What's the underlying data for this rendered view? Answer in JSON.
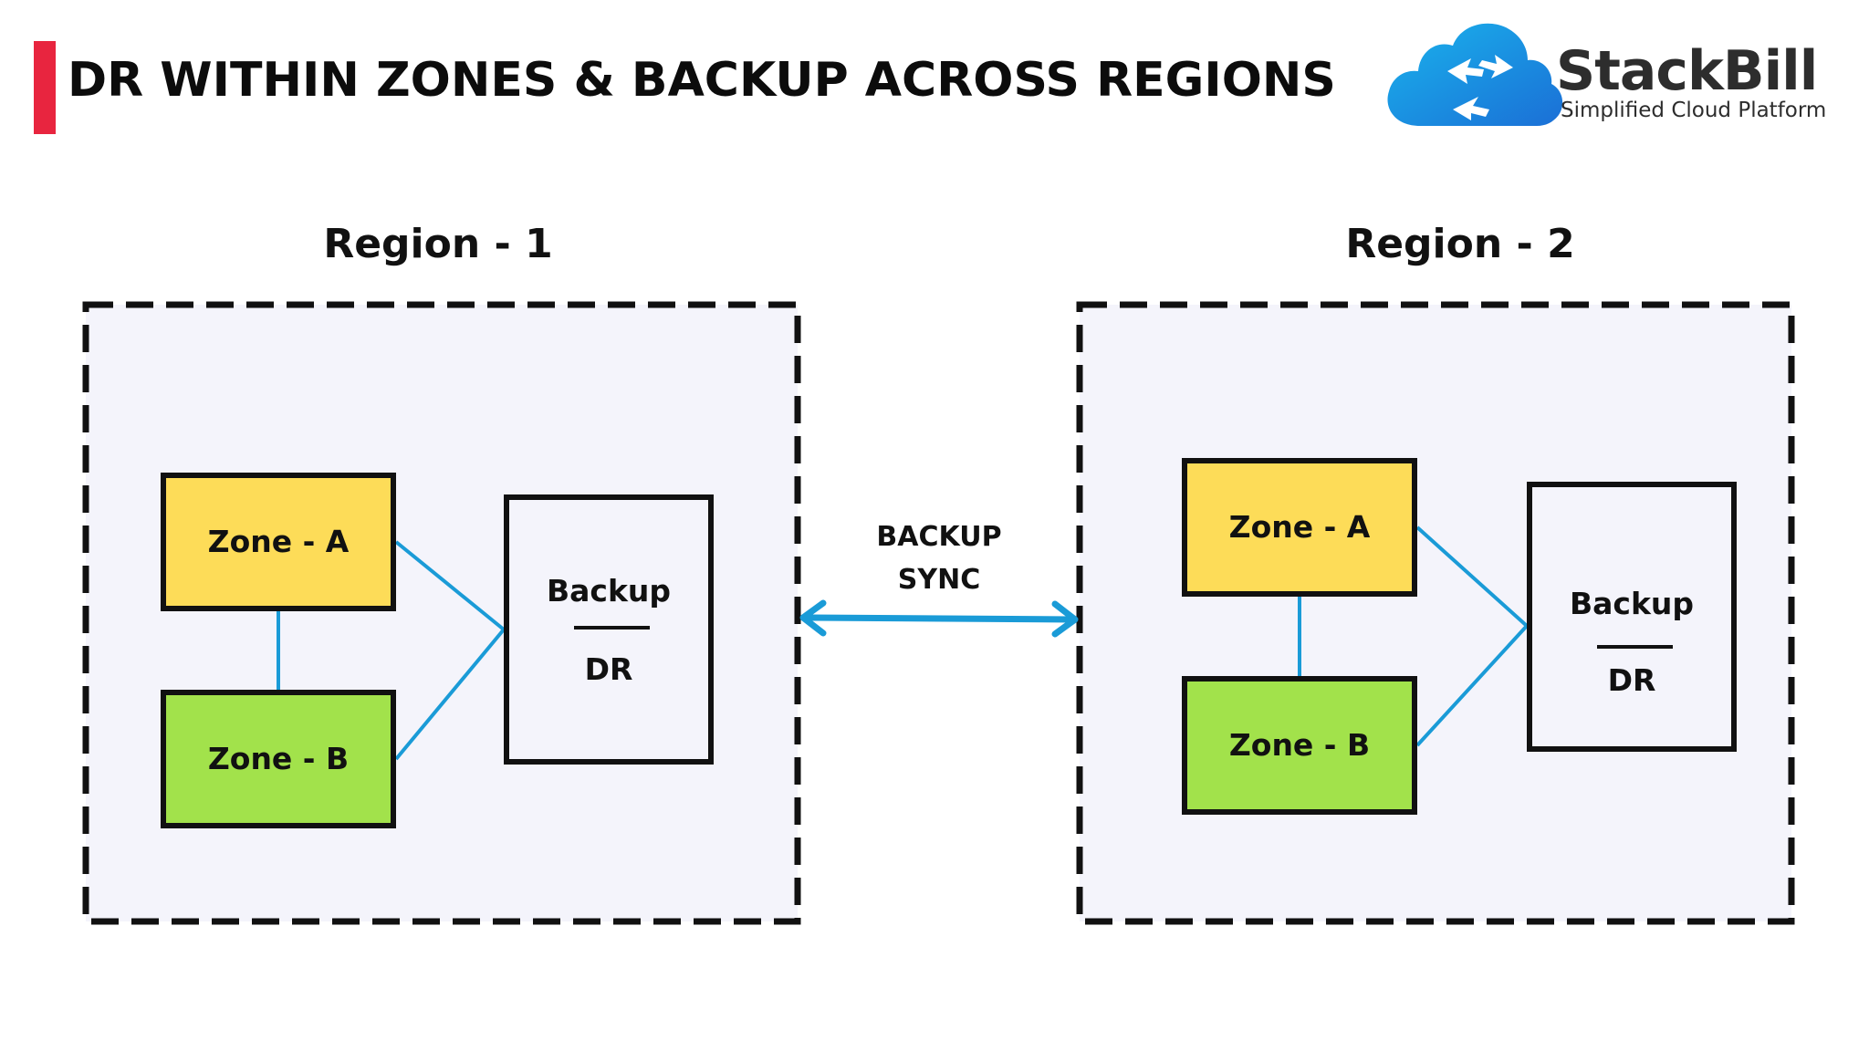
{
  "header": {
    "title": "DR WITHIN ZONES & BACKUP ACROSS REGIONS"
  },
  "logo": {
    "name": "StackBill",
    "tagline": "Simplified Cloud Platform",
    "icon": "cloud-arrows-icon"
  },
  "regions": [
    {
      "label": "Region - 1",
      "zone_a": "Zone - A",
      "zone_b": "Zone - B",
      "backup_title": "Backup",
      "backup_sub": "DR"
    },
    {
      "label": "Region - 2",
      "zone_a": "Zone - A",
      "zone_b": "Zone - B",
      "backup_title": "Backup",
      "backup_sub": "DR"
    }
  ],
  "sync": {
    "line1": "BACKUP",
    "line2": "SYNC"
  },
  "colors": {
    "accent_bar": "#e8253f",
    "zone_a": "#fddc58",
    "zone_b": "#a2e24b",
    "connector": "#1a9bd7",
    "region_fill": "#f4f4fb",
    "outline": "#111111"
  }
}
